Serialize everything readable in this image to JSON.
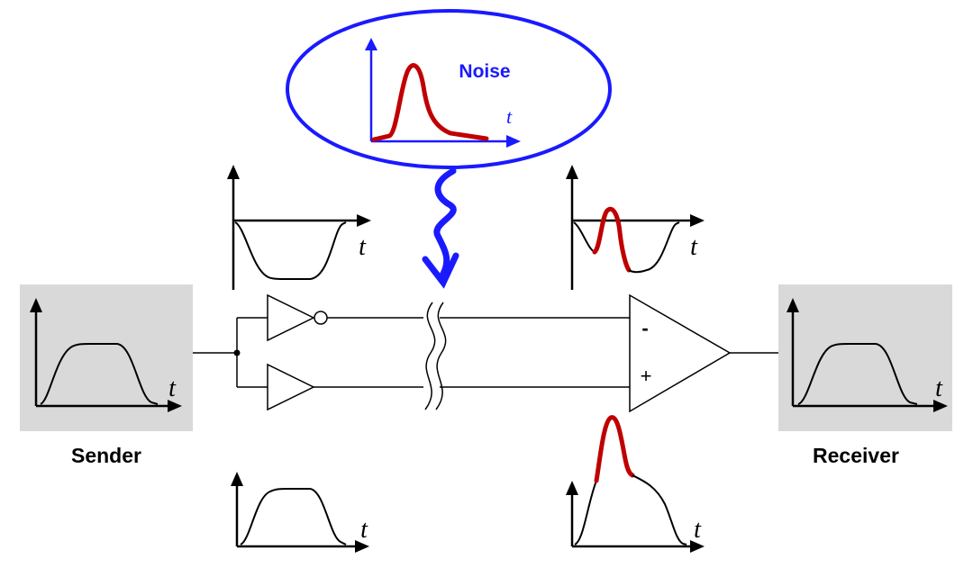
{
  "labels": {
    "noise": "Noise",
    "sender": "Sender",
    "receiver": "Receiver",
    "time_axis": "t",
    "minus": "-",
    "plus": "+"
  },
  "colors": {
    "noise_blue": "#1a1aff",
    "noise_red": "#c00000",
    "box_gray": "#d9d9d9",
    "line": "#000000"
  }
}
